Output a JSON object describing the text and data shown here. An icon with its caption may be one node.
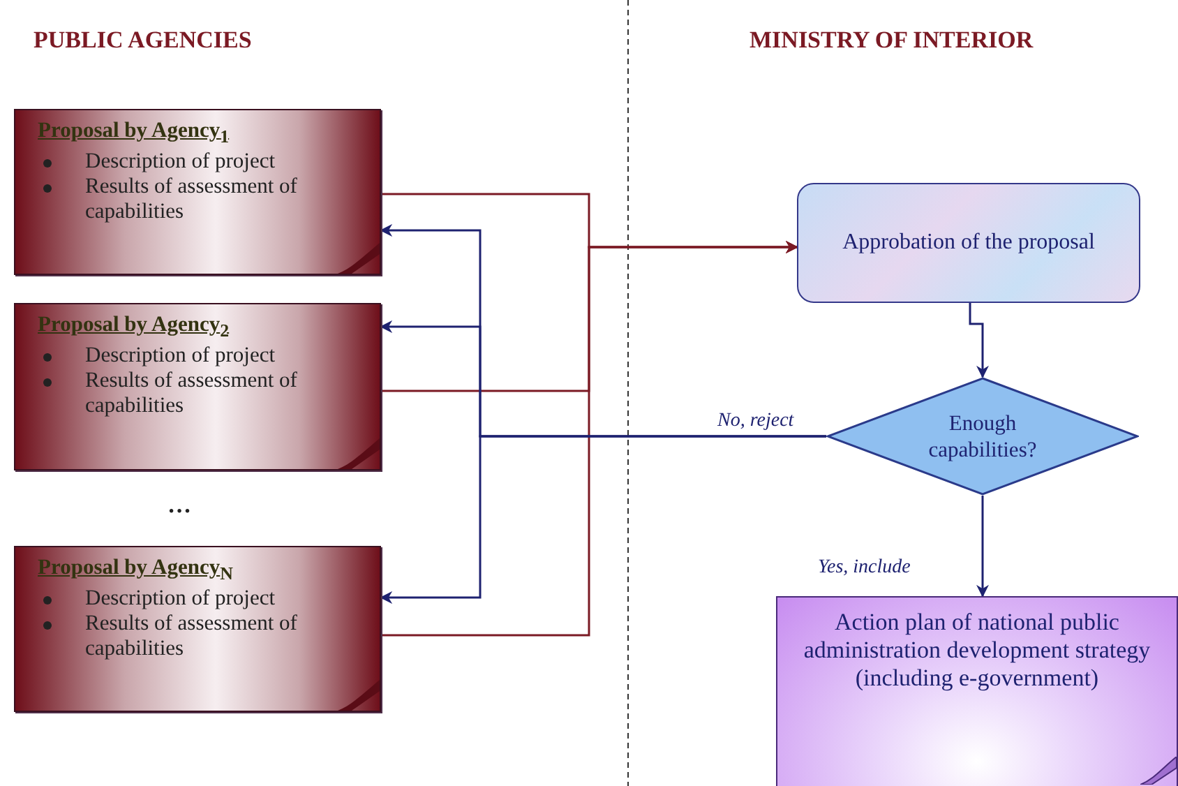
{
  "diagram": {
    "nodes": [
      {
        "text": [
          "Proposal by Agency$_{1}$",
          "Description of project",
          "Results of assessment of capabilities"
        ]
      },
      {
        "text": [
          "Proposal by Agency$_{2}$",
          "Description of project",
          "Results of assessment of capabilities"
        ]
      },
      {
        "text": [
          "Proposal by Agency$_{N}$",
          "Description of project",
          "Results of assessment of capabilities"
        ]
      },
      {
        "text": [
          "Approbation of the proposal"
        ]
      },
      {
        "text": [
          "Enough capabilities?"
        ]
      },
      {
        "text": [
          "Action plan of national public administration development strategy (including e-government)"
        ]
      }
    ],
    "edges": [
      {
        "from": 0,
        "to": 3,
        "arrow": "to",
        "color": "#7b1a24"
      },
      {
        "from": 1,
        "to": 3,
        "arrow": "to",
        "color": "#7b1a24"
      },
      {
        "from": 2,
        "to": 3,
        "arrow": "to",
        "color": "#7b1a24"
      },
      {
        "from": 3,
        "to": 4,
        "arrow": "to"
      },
      {
        "from": 4,
        "to": 0,
        "arrow": "to",
        "label": "No, reject"
      },
      {
        "from": 4,
        "to": 1,
        "arrow": "to"
      },
      {
        "from": 4,
        "to": 2,
        "arrow": "to"
      },
      {
        "from": 4,
        "to": 5,
        "arrow": "to",
        "label": "Yes, include"
      }
    ],
    "labels": [
      "PUBLIC AGENCIES",
      "MINISTRY OF INTERIOR",
      "…"
    ]
  }
}
